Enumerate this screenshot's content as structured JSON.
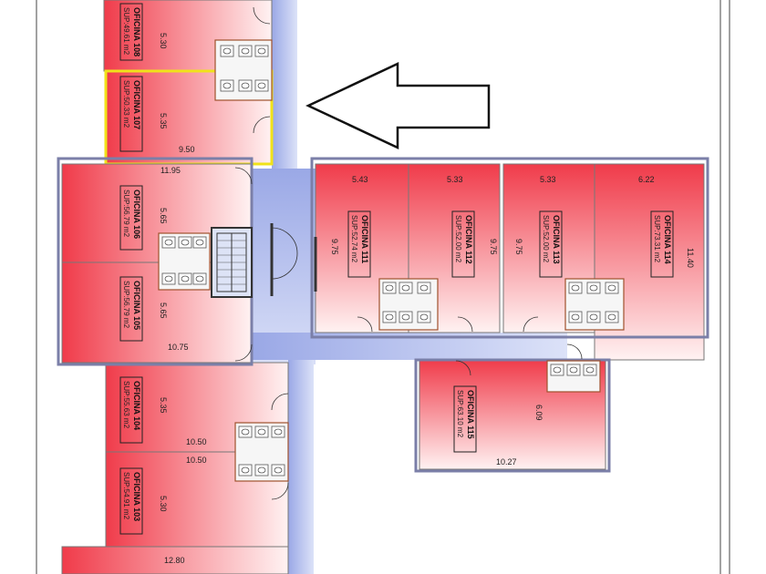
{
  "plan": {
    "offices": [
      {
        "id": "108",
        "name": "OFICINA 108",
        "area": "SUP:49.61 m2",
        "dim": "5.30"
      },
      {
        "id": "107",
        "name": "OFICINA 107",
        "area": "SUP:50.33 m2",
        "dim": "5.35",
        "width": "9.50",
        "highlighted": true
      },
      {
        "id": "106",
        "name": "OFICINA 106",
        "area": "SUP:56.79 m2",
        "dim": "5.65",
        "width": "11.95"
      },
      {
        "id": "105",
        "name": "OFICINA 105",
        "area": "SUP:56.79 m2",
        "dim": "5.65",
        "width": "10.75"
      },
      {
        "id": "104",
        "name": "OFICINA 104",
        "area": "SUP:55.63 m2",
        "dim": "5.35",
        "width": "10.50"
      },
      {
        "id": "103",
        "name": "OFICINA 103",
        "area": "SUP:54.91 m2",
        "dim": "5.30",
        "width": "10.50"
      },
      {
        "id": "102",
        "width": "12.80"
      },
      {
        "id": "111",
        "name": "OFICINA 111",
        "area": "SUP:52.74 m2",
        "dim": "9.75",
        "width": "5.43"
      },
      {
        "id": "112",
        "name": "OFICINA 112",
        "area": "SUP:52.00 m2",
        "dim": "9.75",
        "width": "5.33"
      },
      {
        "id": "113",
        "name": "OFICINA 113",
        "area": "SUP:52.00 m2",
        "dim": "9.75",
        "width": "5.33"
      },
      {
        "id": "114",
        "name": "OFICINA 114",
        "area": "SUP:73.31 m2",
        "dim": "11.40",
        "width": "6.22"
      },
      {
        "id": "115",
        "name": "OFICINA 115",
        "area": "SUP:63.10 m2",
        "dim": "6.09",
        "width": "10.27"
      }
    ]
  },
  "colors": {
    "room_red": "#f04a55",
    "corridor_blue": "#aab7ea",
    "highlight_yellow": "#f0e21a",
    "wall": "#7b7fa8"
  },
  "icons": [
    "pointer-arrow-icon",
    "stair-icon",
    "toilet-icon",
    "door-swing-icon"
  ]
}
